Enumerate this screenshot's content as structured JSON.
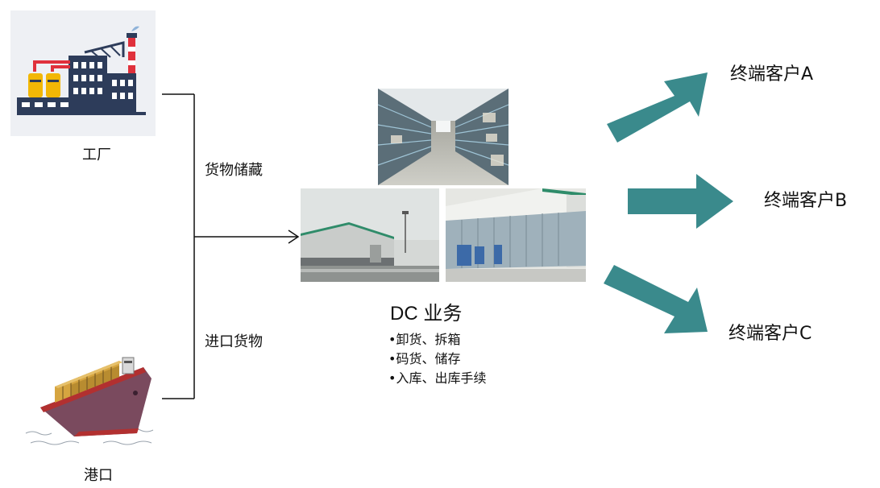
{
  "sources": {
    "factory_label": "工厂",
    "port_label": "港口"
  },
  "flows": {
    "storage_label": "货物储藏",
    "import_label": "进口货物"
  },
  "dc": {
    "title": "DC 业务",
    "items": [
      "卸货、拆箱",
      "码货、储存",
      "入库、出库手续"
    ]
  },
  "customers": [
    "终端客户A",
    "终端客户B",
    "终端客户C"
  ],
  "colors": {
    "arrow_teal": "#3a8a8c",
    "factory_bg": "#eef0f4",
    "factory_dark": "#2d3c5a",
    "factory_yellow": "#f2b705",
    "factory_red": "#e0313c",
    "ship_hull": "#7a4a5e",
    "ship_red": "#b23030"
  },
  "icons": {
    "factory": "factory-icon",
    "ship": "container-ship-icon",
    "warehouse_interior": "warehouse-interior-photo",
    "warehouse_exterior": "warehouse-exterior-photo",
    "cold_storage": "cold-storage-photo"
  }
}
